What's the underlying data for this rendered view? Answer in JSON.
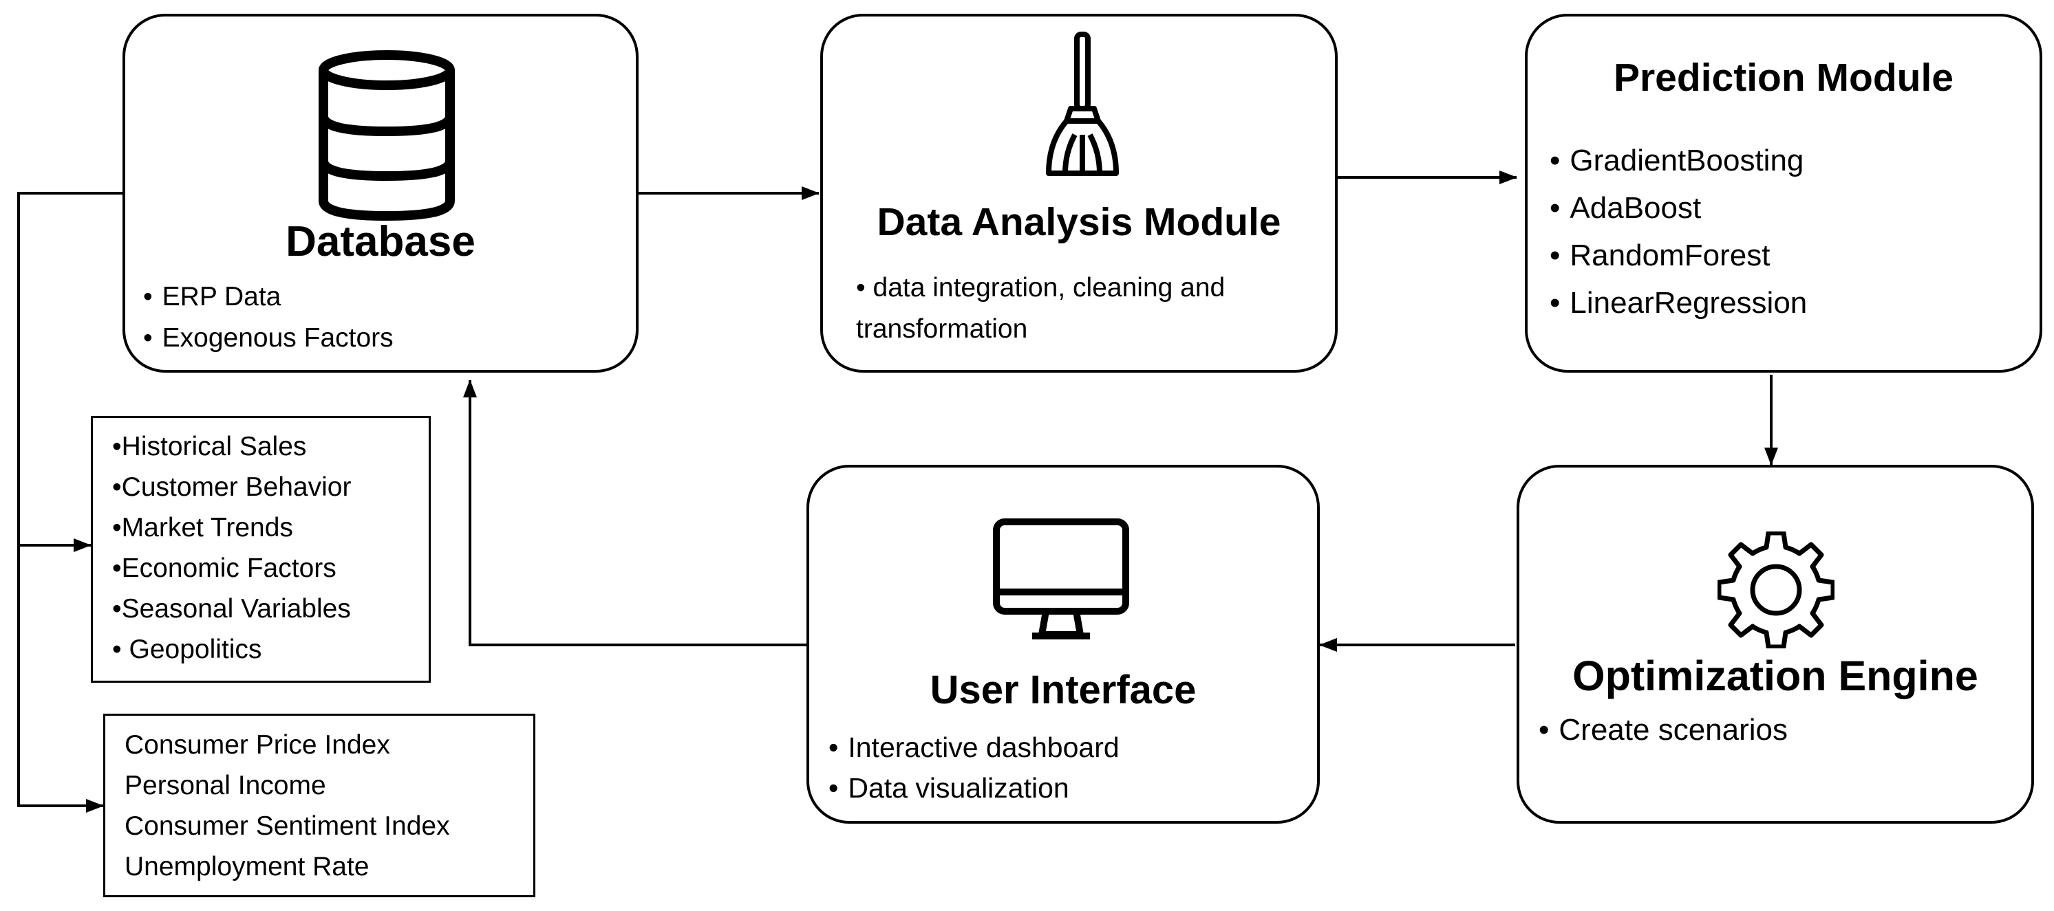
{
  "database": {
    "title": "Database",
    "items": [
      "ERP Data",
      "Exogenous Factors"
    ],
    "icon": "database-icon"
  },
  "analysis": {
    "title": "Data Analysis Module",
    "items": [
      "data integration, cleaning and",
      "transformation"
    ],
    "icon": "broom-icon"
  },
  "prediction": {
    "title": "Prediction Module",
    "items": [
      "GradientBoosting",
      "AdaBoost",
      "RandomForest",
      "LinearRegression"
    ]
  },
  "optimization": {
    "title": "Optimization Engine",
    "items": [
      "Create scenarios"
    ],
    "icon": "gear-icon"
  },
  "ui": {
    "title": "User Interface",
    "items": [
      "Interactive dashboard",
      "Data visualization"
    ],
    "icon": "monitor-icon"
  },
  "erp_factors": {
    "items": [
      "Historical Sales",
      "Customer Behavior",
      "Market Trends",
      "Economic Factors",
      "Seasonal Variables",
      " Geopolitics"
    ]
  },
  "exogenous_factors": {
    "items": [
      "Consumer Price Index",
      "Personal Income",
      "Consumer Sentiment Index",
      "Unemployment Rate"
    ]
  }
}
